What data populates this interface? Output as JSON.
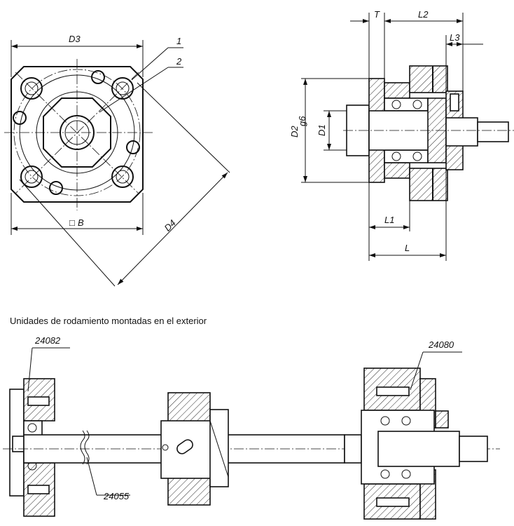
{
  "front_view": {
    "dim_d3": "D3",
    "dim_b": "B",
    "dim_b_symbol": "□",
    "dim_d4": "D4",
    "callout_1": "1",
    "callout_2": "2"
  },
  "side_view": {
    "dim_t": "T",
    "dim_l2": "L2",
    "dim_l3": "L3",
    "dim_d2": "D2",
    "dim_d2_tol": "g6",
    "dim_d1": "D1",
    "dim_l1": "L1",
    "dim_l": "L"
  },
  "caption": "Unidades de rodamiento montadas en el exterior",
  "assembly": {
    "part_left": "24082",
    "part_right": "24080",
    "part_shaft": "24055"
  }
}
